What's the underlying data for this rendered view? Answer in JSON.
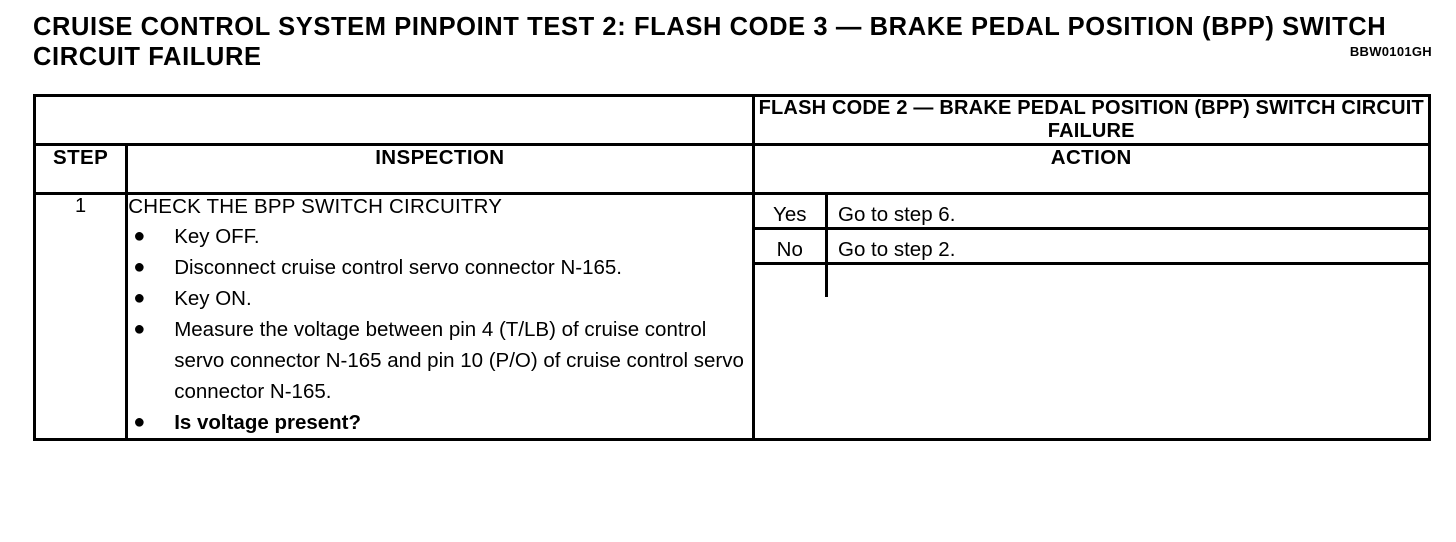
{
  "document": {
    "title": "CRUISE CONTROL SYSTEM PINPOINT TEST 2: FLASH CODE 3 — BRAKE PEDAL POSITION (BPP) SWITCH CIRCUIT FAILURE",
    "figure_code": "BBW0101GH"
  },
  "table": {
    "banner_blank": "",
    "banner": "FLASH CODE 2 — BRAKE PEDAL POSITION (BPP) SWITCH CIRCUIT FAILURE",
    "headers": {
      "step": "STEP",
      "inspection": "INSPECTION",
      "action": "ACTION"
    },
    "rows": [
      {
        "step": "1",
        "inspection_heading": "CHECK THE BPP SWITCH CIRCUITRY",
        "inspection_items": [
          {
            "text": "Key OFF.",
            "bold": false
          },
          {
            "text": "Disconnect cruise control servo connector N-165.",
            "bold": false
          },
          {
            "text": "Key ON.",
            "bold": false
          },
          {
            "text": "Measure the voltage between pin 4 (T/LB) of cruise control servo connector N-165 and pin 10 (P/O) of cruise control servo connector N-165.",
            "bold": false
          },
          {
            "text": "Is voltage present?",
            "bold": true
          }
        ],
        "results": [
          {
            "answer": "Yes",
            "action": "Go to step 6."
          },
          {
            "answer": "No",
            "action": "Go to step 2."
          }
        ]
      }
    ]
  },
  "colors": {
    "ink": "#000000",
    "paper": "#ffffff"
  }
}
